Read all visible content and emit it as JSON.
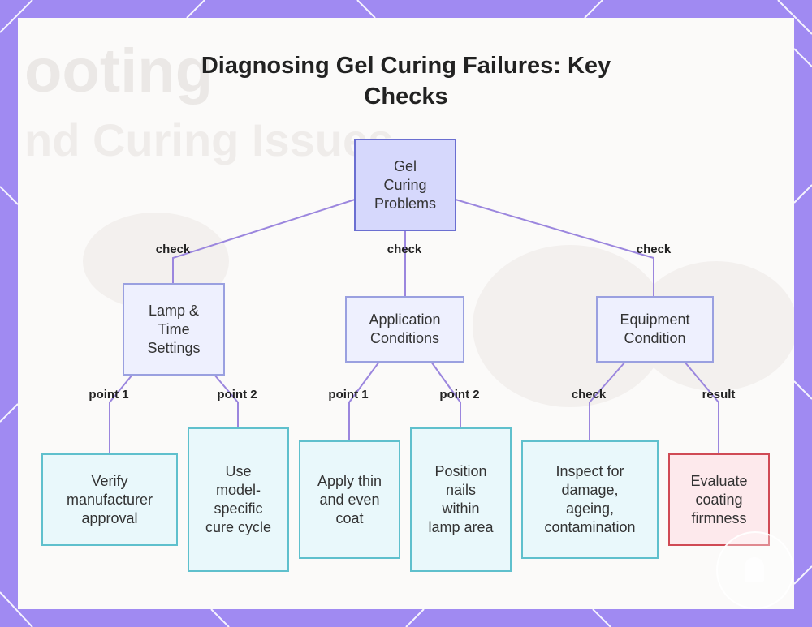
{
  "background_text": {
    "line1": "ooting",
    "line2": "nd Curing Issues"
  },
  "title": {
    "line1": "Diagnosing Gel Curing Failures: Key",
    "line2": "Checks"
  },
  "colors": {
    "frame": "#a08af2",
    "edge": "#9b86de",
    "root_fill": "#d6d8fc",
    "mid_fill": "#eef0fe",
    "leaf_fill": "#e9f8fb",
    "result_fill": "#fde9ec",
    "result_border": "#d04a55"
  },
  "nodes": {
    "root": "Gel\nCuring\nProblems",
    "lamp": "Lamp &\nTime\nSettings",
    "application": "Application\nConditions",
    "equipment": "Equipment\nCondition",
    "verify": "Verify\nmanufacturer\napproval",
    "use_model": "Use\nmodel-\nspecific\ncure cycle",
    "apply_thin": "Apply thin\nand even\ncoat",
    "position": "Position\nnails\nwithin\nlamp area",
    "inspect": "Inspect for\ndamage,\nageing,\ncontamination",
    "evaluate": "Evaluate\ncoating\nfirmness"
  },
  "edge_labels": {
    "root_lamp": "check",
    "root_application": "check",
    "root_equipment": "check",
    "lamp_verify": "point 1",
    "lamp_use_model": "point 2",
    "application_apply": "point 1",
    "application_position": "point 2",
    "equipment_inspect": "check",
    "equipment_evaluate": "result"
  },
  "watermark_icon": "bell-icon"
}
